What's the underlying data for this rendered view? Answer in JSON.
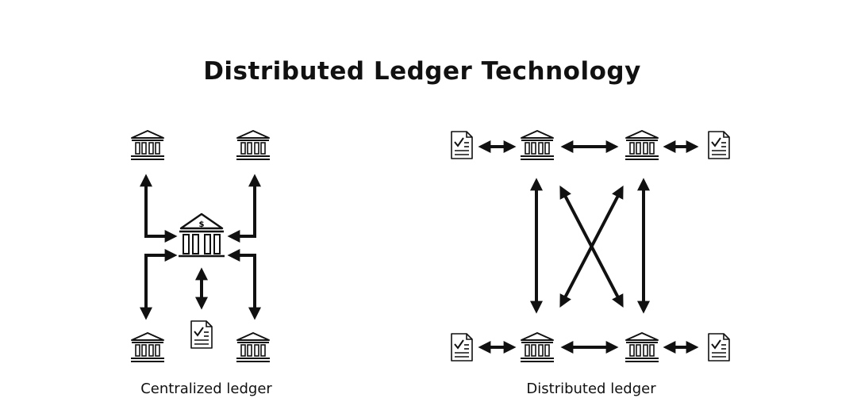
{
  "title": "Distributed Ledger Technology",
  "captions": {
    "centralized": "Centralized ledger",
    "distributed": "Distributed ledger"
  },
  "central_bank_symbol": "$",
  "icons": {
    "bank": "bank-icon",
    "central_bank": "central-bank-icon",
    "ledger": "ledger-document-icon"
  }
}
